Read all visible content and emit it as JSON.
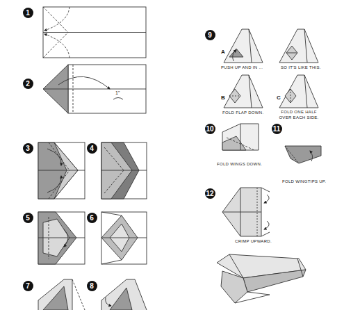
{
  "diagram": {
    "labels": [
      "1",
      "2",
      "1\"",
      "3",
      "4",
      "5",
      "6",
      "7",
      "8",
      "9",
      "A",
      "PUSH UP AND IN ...",
      "SO IT'S LIKE THIS.",
      "B",
      "FOLD FLAP DOWN.",
      "C",
      "FOLD ONE HALF OVER EACH SIDE.",
      "10",
      "FOLD WINGS DOWN.",
      "11",
      "FOLD WINGTIPS UP.",
      "12",
      "CRIMP UPWARD."
    ]
  }
}
